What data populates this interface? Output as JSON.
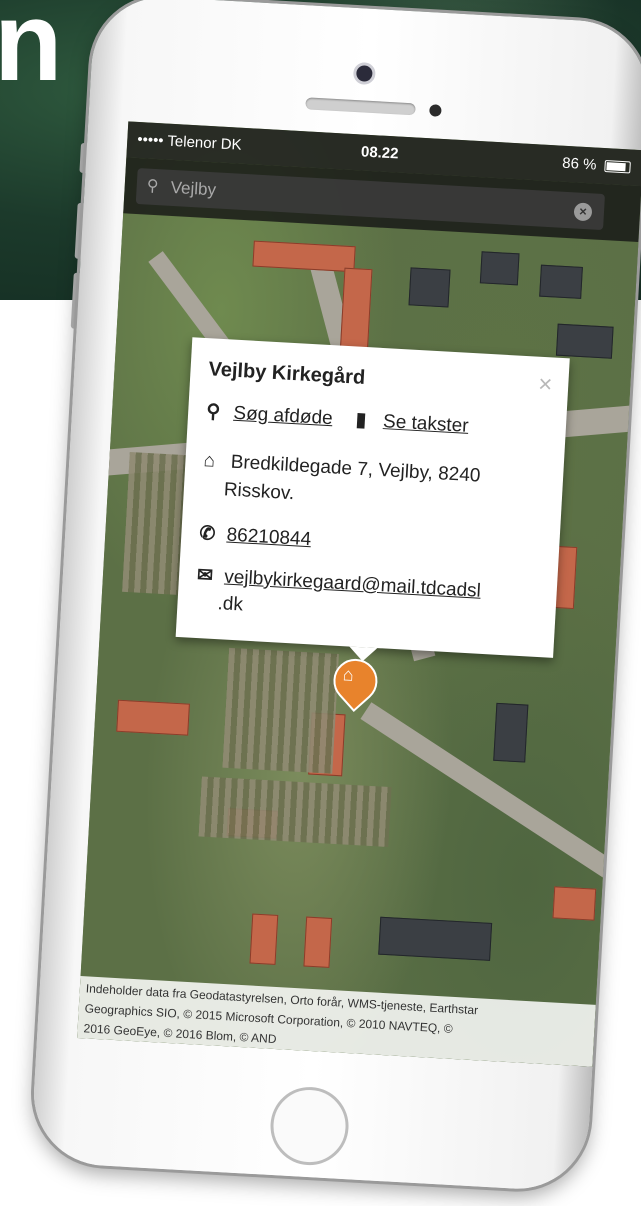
{
  "background": {
    "headline_fragment": "n"
  },
  "status_bar": {
    "carrier": "••••• Telenor DK",
    "time": "08.22",
    "battery": "86 %"
  },
  "search": {
    "query": "Vejlby",
    "icon": "search-icon",
    "clear_icon": "clear-icon"
  },
  "popup": {
    "title": "Vejlby Kirkegård",
    "close_label": "×",
    "search_deceased_label": "Søg afdøde",
    "rates_label": "Se takster",
    "address_line1": "Bredkildegade 7, Vejlby, 8240",
    "address_line2": "Risskov.",
    "phone": "86210844",
    "email_line1": "vejlbykirkegaard@mail.tdcadsl",
    "email_line2": ".dk"
  },
  "map": {
    "attribution_line1": "Indeholder data fra Geodatastyrelsen, Orto forår, WMS-tjeneste, Earthstar",
    "attribution_line2": "Geographics SIO, © 2015 Microsoft Corporation, © 2010 NAVTEQ, ©",
    "attribution_line3": "2016 GeoEye, © 2016 Blom, © AND"
  },
  "colors": {
    "pin": "#e8832c",
    "popup_bg": "#ffffff",
    "bar_bg": "#1e1e1e"
  }
}
